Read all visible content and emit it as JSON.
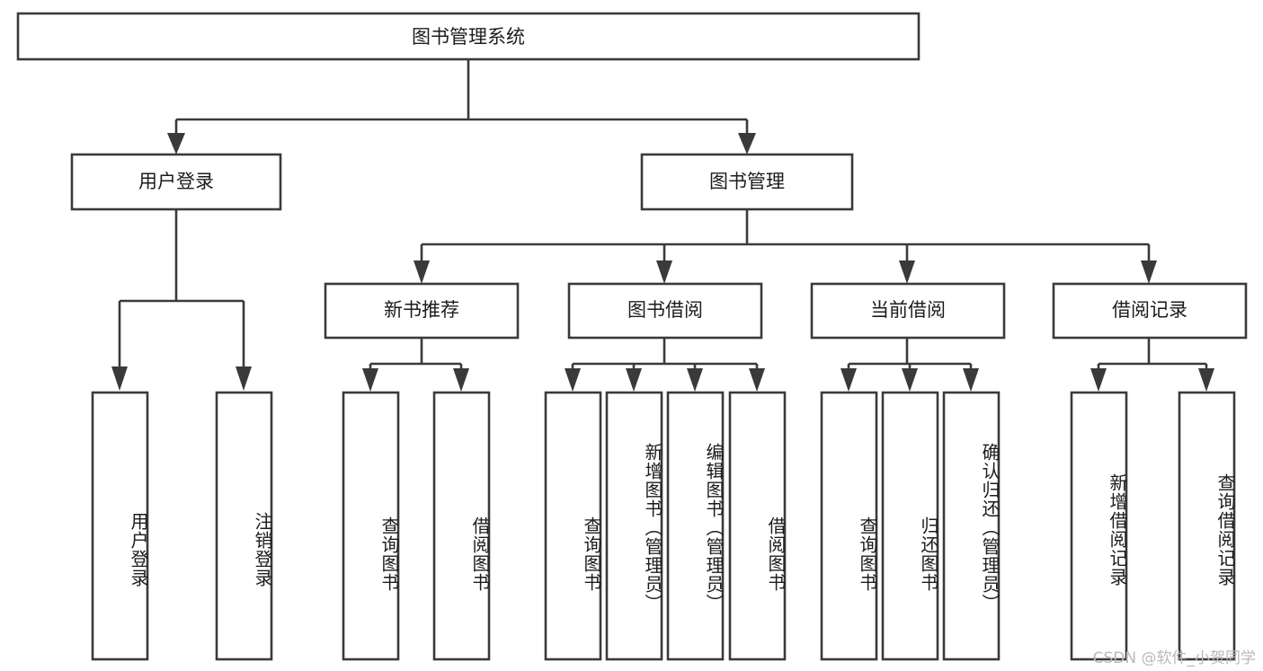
{
  "diagram": {
    "title": "图书管理系统",
    "type": "tree",
    "colors": {
      "box_fill": "#ffffff",
      "box_stroke": "#3a3a3a",
      "text": "#1c1c1c",
      "background": "#ffffff",
      "watermark": "#b9b9b9"
    },
    "root": {
      "id": "root",
      "label": "图书管理系统",
      "orientation": "horizontal"
    },
    "level2": [
      {
        "id": "user-login",
        "label": "用户登录",
        "orientation": "horizontal"
      },
      {
        "id": "book-manage",
        "label": "图书管理",
        "orientation": "horizontal"
      }
    ],
    "level3": [
      {
        "id": "new-book-recommend",
        "label": "新书推荐",
        "parent": "book-manage",
        "orientation": "horizontal"
      },
      {
        "id": "book-borrow",
        "label": "图书借阅",
        "parent": "book-manage",
        "orientation": "horizontal"
      },
      {
        "id": "current-borrow",
        "label": "当前借阅",
        "parent": "book-manage",
        "orientation": "horizontal"
      },
      {
        "id": "borrow-record",
        "label": "借阅记录",
        "parent": "book-manage",
        "orientation": "horizontal"
      }
    ],
    "leaves": [
      {
        "id": "leaf-user-login",
        "label": "用户登录",
        "parent": "user-login",
        "orientation": "vertical"
      },
      {
        "id": "leaf-logout-login",
        "label": "注销登录",
        "parent": "user-login",
        "orientation": "vertical"
      },
      {
        "id": "leaf-query-book-rec",
        "label": "查询图书",
        "parent": "new-book-recommend",
        "orientation": "vertical"
      },
      {
        "id": "leaf-borrow-book-rec",
        "label": "借阅图书",
        "parent": "new-book-recommend",
        "orientation": "vertical"
      },
      {
        "id": "leaf-query-book-borrow",
        "label": "查询图书",
        "parent": "book-borrow",
        "orientation": "vertical"
      },
      {
        "id": "leaf-add-book-admin",
        "label": "新增图书（管理员）",
        "parent": "book-borrow",
        "orientation": "vertical"
      },
      {
        "id": "leaf-edit-book-admin",
        "label": "编辑图书（管理员）",
        "parent": "book-borrow",
        "orientation": "vertical"
      },
      {
        "id": "leaf-borrow-book",
        "label": "借阅图书",
        "parent": "book-borrow",
        "orientation": "vertical"
      },
      {
        "id": "leaf-query-book-current",
        "label": "查询图书",
        "parent": "current-borrow",
        "orientation": "vertical"
      },
      {
        "id": "leaf-return-book",
        "label": "归还图书",
        "parent": "current-borrow",
        "orientation": "vertical"
      },
      {
        "id": "leaf-confirm-return-admin",
        "label": "确认归还（管理员）",
        "parent": "current-borrow",
        "orientation": "vertical"
      },
      {
        "id": "leaf-add-borrow-record",
        "label": "新增借阅记录",
        "parent": "borrow-record",
        "orientation": "vertical"
      },
      {
        "id": "leaf-query-borrow-record",
        "label": "查询借阅记录",
        "parent": "borrow-record",
        "orientation": "vertical"
      }
    ]
  },
  "watermark": {
    "text": "CSDN @软件_小贺同学"
  }
}
